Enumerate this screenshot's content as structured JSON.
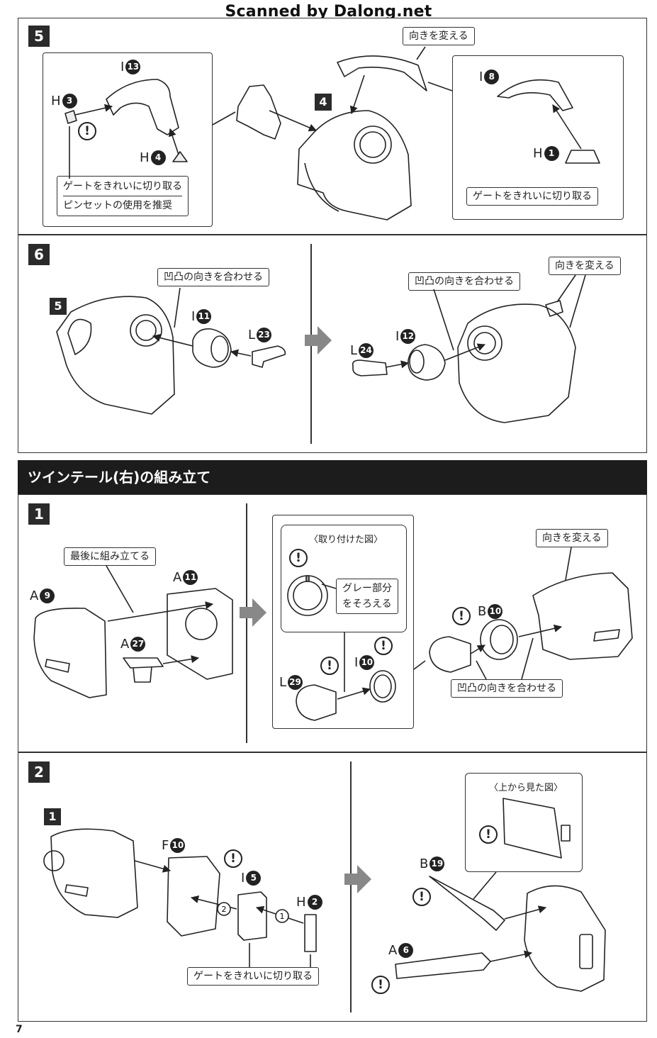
{
  "watermark": "Scanned by Dalong.net",
  "page_number": "7",
  "section_banner": "ツインテール(右)の組み立て",
  "step5": {
    "number": "5",
    "sub_ref": "4",
    "note_rotate": "向きを変える",
    "left_note_line1": "ゲートをきれいに切り取る",
    "left_note_line2": "ピンセットの使用を推奨",
    "right_note": "ゲートをきれいに切り取る",
    "parts": {
      "i13": {
        "letter": "I",
        "num": "13"
      },
      "h3": {
        "letter": "H",
        "num": "3"
      },
      "h4": {
        "letter": "H",
        "num": "4"
      },
      "i8": {
        "letter": "I",
        "num": "8"
      },
      "h1": {
        "letter": "H",
        "num": "1"
      }
    }
  },
  "step6": {
    "number": "6",
    "sub_ref": "5",
    "note_align_left": "凹凸の向きを合わせる",
    "note_align_right": "凹凸の向きを合わせる",
    "note_rotate": "向きを変える",
    "parts": {
      "i11": {
        "letter": "I",
        "num": "11"
      },
      "l23": {
        "letter": "L",
        "num": "23"
      },
      "i12": {
        "letter": "I",
        "num": "12"
      },
      "l24": {
        "letter": "L",
        "num": "24"
      }
    }
  },
  "tw1": {
    "number": "1",
    "note_last": "最後に組み立てる",
    "inset_title": "〈取り付けた図〉",
    "inset_note_line1": "グレー部分",
    "inset_note_line2": "をそろえる",
    "note_rotate": "向きを変える",
    "note_align": "凹凸の向きを合わせる",
    "parts": {
      "a9": {
        "letter": "A",
        "num": "9"
      },
      "a11": {
        "letter": "A",
        "num": "11"
      },
      "a27": {
        "letter": "A",
        "num": "27"
      },
      "l29": {
        "letter": "L",
        "num": "29"
      },
      "i10": {
        "letter": "I",
        "num": "10"
      },
      "b10": {
        "letter": "B",
        "num": "10"
      }
    }
  },
  "tw2": {
    "number": "2",
    "sub_ref": "1",
    "note_gate": "ゲートをきれいに切り取る",
    "order_1": "1",
    "order_2": "2",
    "inset_title": "〈上から見た図〉",
    "parts": {
      "f10": {
        "letter": "F",
        "num": "10"
      },
      "i5": {
        "letter": "I",
        "num": "5"
      },
      "h2": {
        "letter": "H",
        "num": "2"
      },
      "b19": {
        "letter": "B",
        "num": "19"
      },
      "a6": {
        "letter": "A",
        "num": "6"
      }
    }
  },
  "icons": {
    "caution": "!",
    "arrow": "arrow-right-icon"
  }
}
